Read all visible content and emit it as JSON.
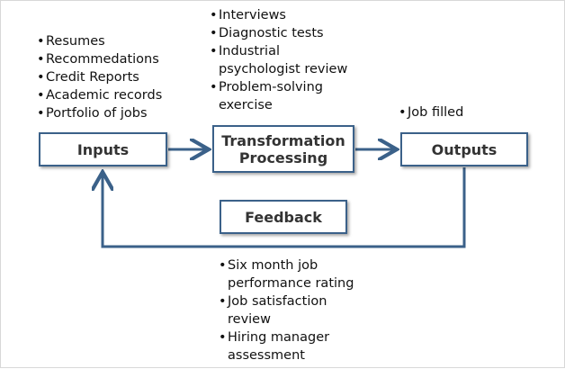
{
  "boxes": {
    "inputs": "Inputs",
    "transformation_line1": "Transformation",
    "transformation_line2": "Processing",
    "outputs": "Outputs",
    "feedback": "Feedback"
  },
  "lists": {
    "inputs": [
      "Resumes",
      "Recommedations",
      "Credit Reports",
      "Academic records",
      "Portfolio of jobs"
    ],
    "transformation": [
      "Interviews",
      "Diagnostic tests",
      "Industrial psychologist review",
      "Problem-solving exercise"
    ],
    "outputs": [
      "Job filled"
    ],
    "feedback": [
      "Six month job performance rating",
      "Job satisfaction review",
      "Hiring manager assessment"
    ]
  },
  "colors": {
    "box_border": "#3b6189",
    "arrow": "#3b6189",
    "text": "#333333"
  }
}
